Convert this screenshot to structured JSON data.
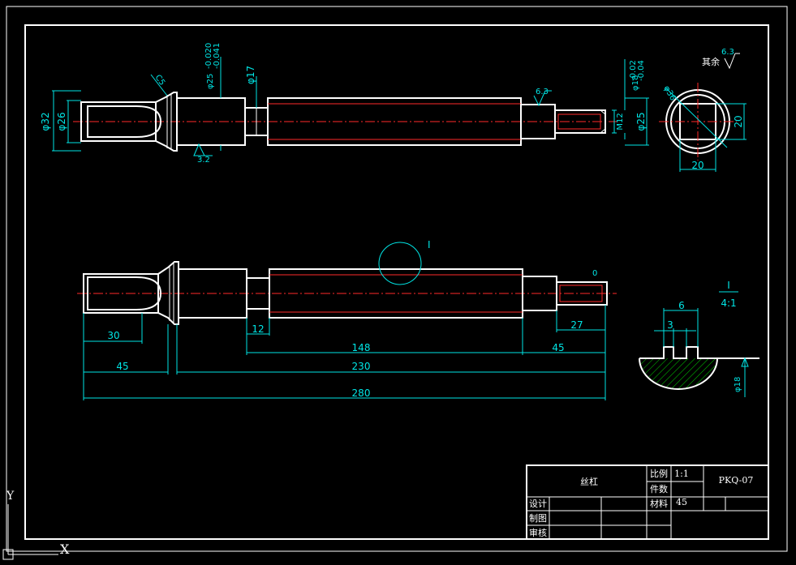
{
  "part_name": "丝杠",
  "labels": {
    "scale": "比例",
    "quantity": "件数",
    "material": "材料",
    "design": "设计",
    "drawing": "制图",
    "review": "审核"
  },
  "values": {
    "scale": "1:1",
    "material": "45",
    "drawing_no": "PKQ-07"
  },
  "top_view": {
    "d32": "φ32",
    "d26": "φ26",
    "chamfer": "C5",
    "d25_tol": "φ25",
    "d25_up": "-0.020",
    "d25_lo": "-0.041",
    "d17": "φ17",
    "rough_63": "6.3",
    "rough_32": "3.2",
    "d18_tol": "φ18",
    "d18_up": "-0.02",
    "d18_lo": "-0.04",
    "m12": "M12",
    "d25": "φ25"
  },
  "end_view": {
    "rest": "其余",
    "rough": "6.3",
    "d36": "φ36",
    "w20_v": "20",
    "w20_h": "20"
  },
  "front_view": {
    "detail_mark": "I",
    "zero": "0",
    "dim_30": "30",
    "dim_45a": "45",
    "dim_12": "12",
    "dim_148": "148",
    "dim_45b": "45",
    "dim_27": "27",
    "dim_230": "230",
    "dim_280": "280"
  },
  "detail": {
    "mark": "I",
    "scale": "4:1",
    "dim_6": "6",
    "dim_3": "3",
    "d18": "φ18"
  },
  "ucs": {
    "x": "X",
    "y": "Y"
  }
}
